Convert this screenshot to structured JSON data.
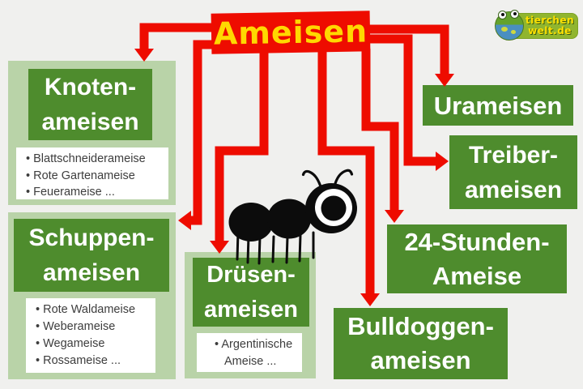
{
  "title": {
    "label": "Ameisen"
  },
  "logo": {
    "line1": "tierchen",
    "line2": "welt.de"
  },
  "colors": {
    "background": "#f0f0ee",
    "red": "#ee0c00",
    "yellow": "#ffd800",
    "dark_green": "#4e8c2d",
    "light_green": "#b9d3a8",
    "list_text": "#3d3d3d",
    "logo_green": "#90b52f"
  },
  "categories": [
    {
      "id": "knotenameisen",
      "label_line1": "Knoten-",
      "label_line2": "ameisen",
      "examples": [
        "Blattschneiderameise",
        "Rote Gartenameise",
        "Feuerameise ..."
      ]
    },
    {
      "id": "schuppenameisen",
      "label_line1": "Schuppen-",
      "label_line2": "ameisen",
      "examples": [
        "Rote Waldameise",
        "Weberameise",
        "Wegameise",
        "Rossameise ..."
      ]
    },
    {
      "id": "druesenameisen",
      "label_line1": "Drüsen-",
      "label_line2": "ameisen",
      "examples": [
        "Argentinische Ameise ..."
      ]
    },
    {
      "id": "urameisen",
      "label_line1": "Urameisen"
    },
    {
      "id": "treiberameisen",
      "label_line1": "Treiber-",
      "label_line2": "ameisen"
    },
    {
      "id": "24-stunden-ameise",
      "label_line1": "24-Stunden-",
      "label_line2": "Ameise"
    },
    {
      "id": "bulldoggenameisen",
      "label_line1": "Bulldoggen-",
      "label_line2": "ameisen"
    }
  ],
  "icons": {
    "ant": "black-ant-silhouette",
    "frog": "frog-on-globe-logo"
  }
}
